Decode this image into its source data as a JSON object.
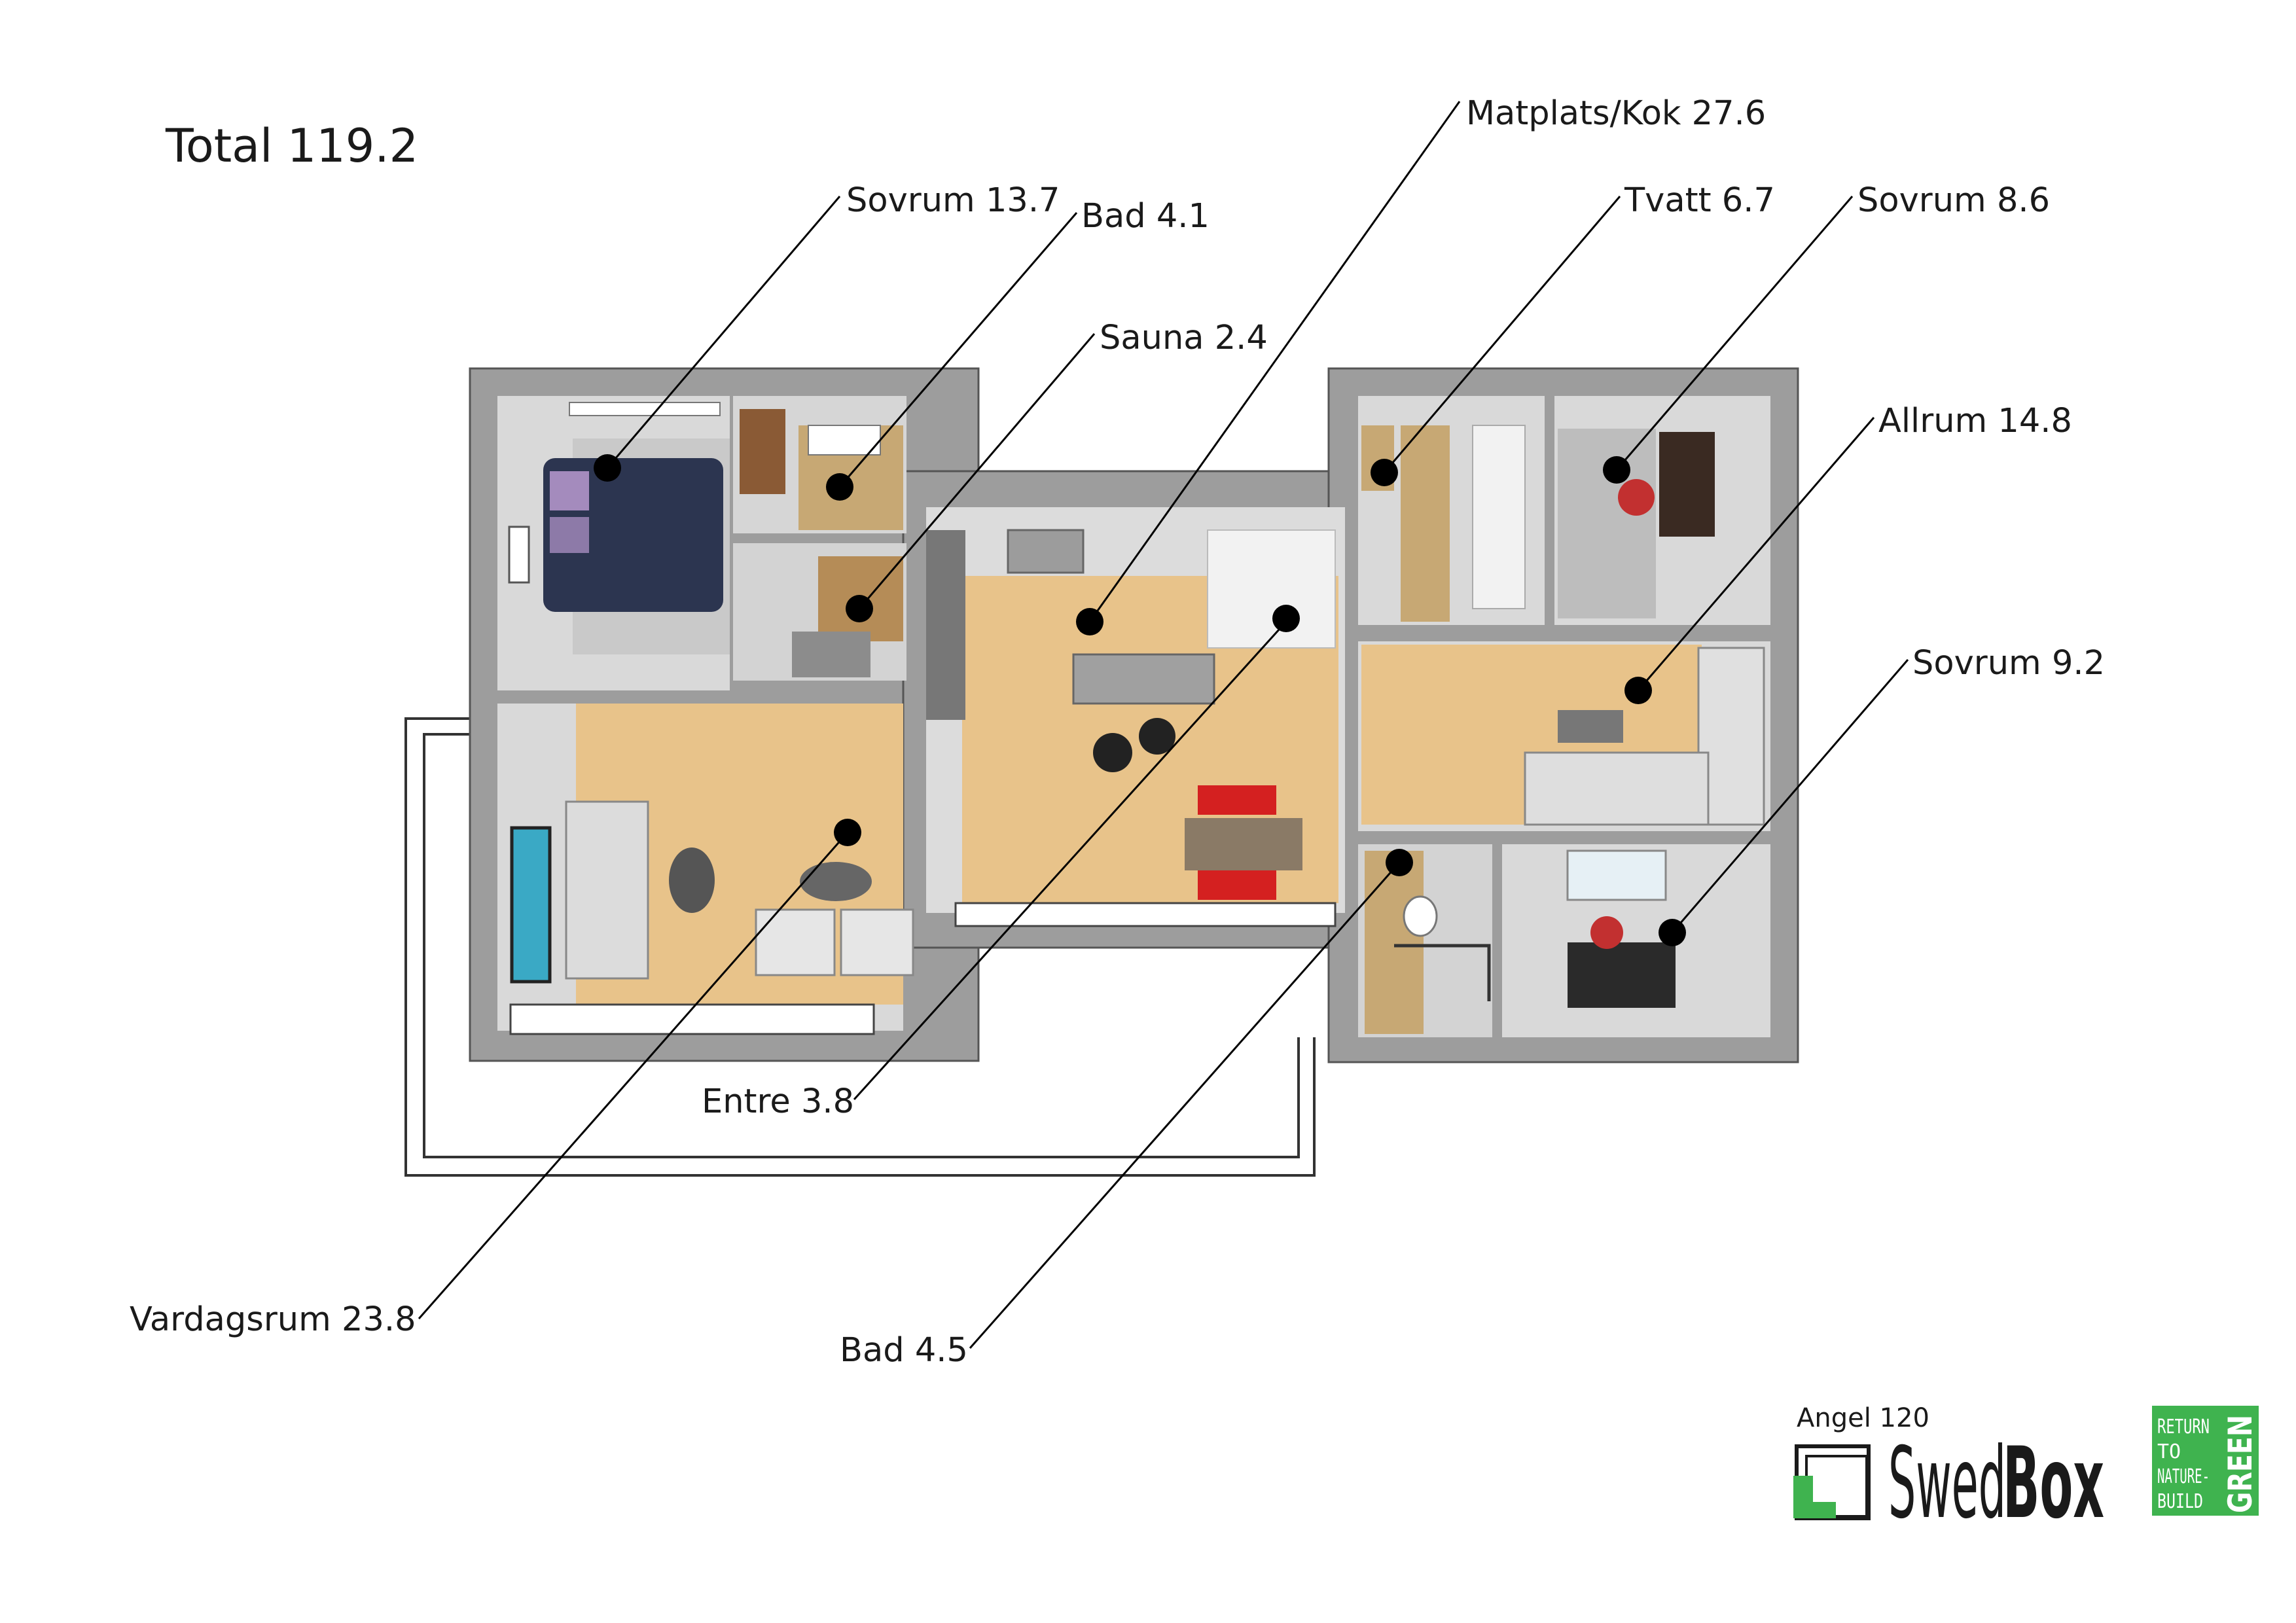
{
  "total_label": "Total 119.2",
  "rooms": [
    {
      "id": "sovrum-13",
      "label": "Sovrum 13.7"
    },
    {
      "id": "bad-41",
      "label": "Bad 4.1"
    },
    {
      "id": "sauna",
      "label": "Sauna 2.4"
    },
    {
      "id": "matplats",
      "label": "Matplats/Kok 27.6"
    },
    {
      "id": "tvatt",
      "label": "Tvatt 6.7"
    },
    {
      "id": "sovrum-86",
      "label": "Sovrum 8.6"
    },
    {
      "id": "allrum",
      "label": "Allrum 14.8"
    },
    {
      "id": "sovrum-92",
      "label": "Sovrum 9.2"
    },
    {
      "id": "entre",
      "label": "Entre 3.8"
    },
    {
      "id": "vardagsrum",
      "label": "Vardagsrum 23.8"
    },
    {
      "id": "bad-45",
      "label": "Bad 4.5"
    }
  ],
  "branding": {
    "model": "Angel 120",
    "brand_swed": "Swed",
    "brand_box": "Box",
    "green_lines": [
      "RETURN",
      "TO",
      "NATURE-",
      "BUILD"
    ],
    "green_word": "GREEN",
    "green_color": "#3fb34f"
  },
  "colors": {
    "wall": "#9a9a9a",
    "wall_dark": "#7b7b7b",
    "floor_wood": "#e9c691",
    "floor_tile": "#c7a874",
    "floor_gray": "#bdbdbd",
    "marker": "#000000"
  }
}
